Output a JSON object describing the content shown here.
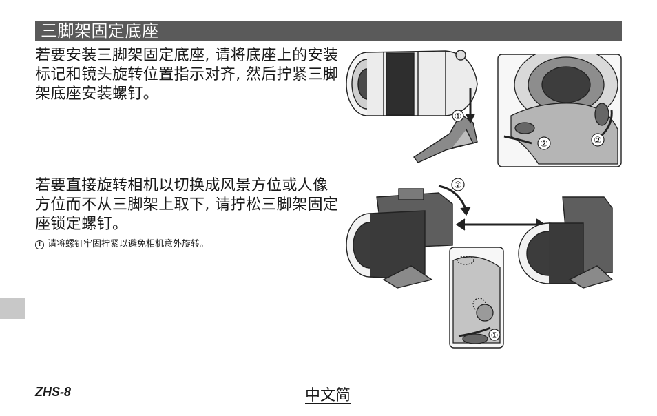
{
  "section": {
    "title": "三脚架固定底座"
  },
  "paragraphs": {
    "p1": "若要安装三脚架固定底座, 请将底座上的安装标记和镜头旋转位置指示对齐, 然后拧紧三脚架底座安装螺钉。",
    "p2": "若要直接旋转相机以切换成风景方位或人像方位而不从三脚架上取下, 请拧松三脚架固定座锁定螺钉。"
  },
  "note": {
    "icon": "caution-icon",
    "text": "请将螺钉牢固拧紧以避免相机意外旋转。"
  },
  "footer": {
    "page": "ZHS-8",
    "language": "中文简"
  },
  "figures": {
    "fig1_labels": [
      "①"
    ],
    "fig2_labels": [
      "②",
      "②"
    ],
    "fig3_labels": [
      "②"
    ],
    "fig4_labels": [
      "①"
    ]
  },
  "colors": {
    "title_bar": "#5a5a5a",
    "side_tab": "#c8c8c8"
  }
}
